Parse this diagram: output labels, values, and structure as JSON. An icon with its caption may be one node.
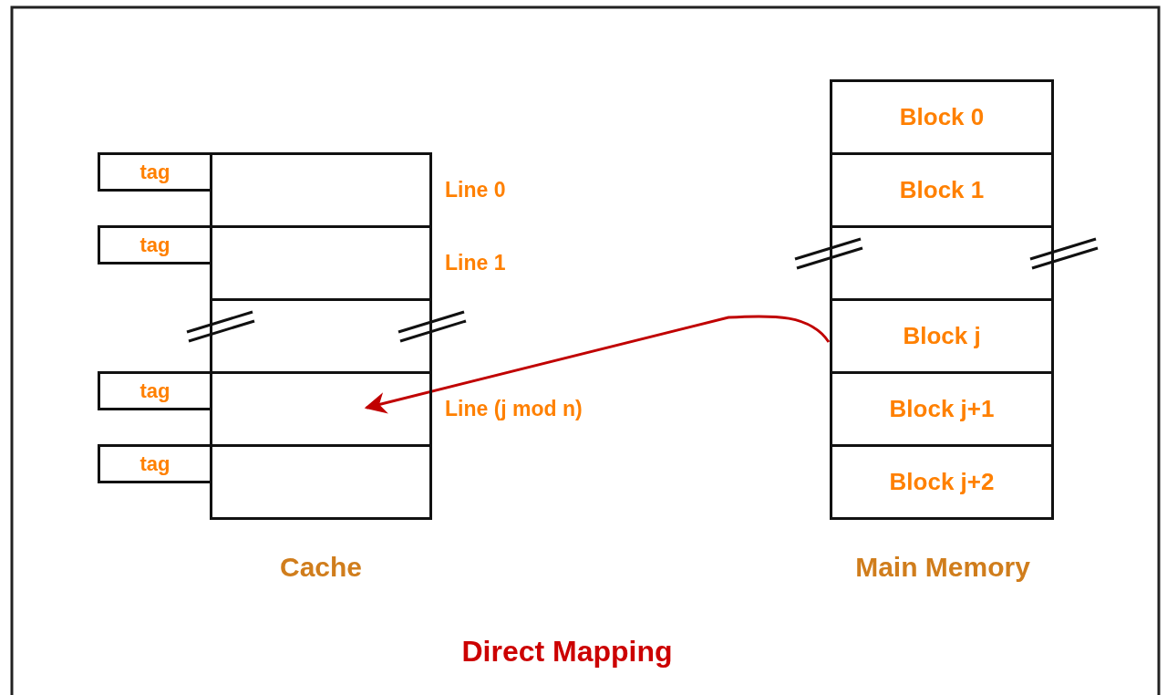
{
  "diagram": {
    "title": "Direct Mapping",
    "nodes": [
      {
        "text": [],
        "shape": "box",
        "beside": [
          "Line 0"
        ]
      },
      {
        "text": [],
        "shape": "box",
        "beside": [
          "Line 1"
        ]
      },
      {
        "text": [],
        "shape": "box"
      },
      {
        "text": [],
        "shape": "box",
        "beside": [
          "Line (j mod n)"
        ]
      },
      {
        "text": [],
        "shape": "box"
      },
      {
        "text": [
          "tag"
        ]
      },
      {
        "text": [
          "tag"
        ]
      },
      {
        "text": [
          "tag"
        ]
      },
      {
        "text": [
          "tag"
        ]
      },
      {
        "text": [
          "Block 0"
        ]
      },
      {
        "text": [
          "Block 1"
        ]
      },
      {
        "text": [],
        "shape": "box"
      },
      {
        "text": [
          "Block j"
        ]
      },
      {
        "text": [
          "Block j+1"
        ]
      },
      {
        "text": [
          "Block j+2"
        ]
      }
    ],
    "edges": [
      {
        "from": 12,
        "to": 3,
        "arrow": "to"
      }
    ],
    "labels": [
      "Cache",
      "Main Memory"
    ]
  }
}
